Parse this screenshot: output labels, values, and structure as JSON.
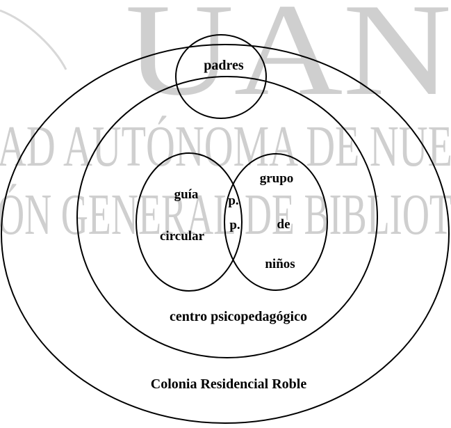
{
  "watermark": {
    "line1": "UAN",
    "line2": "AD AUTÓNOMA DE NUE",
    "line3": "ÓN GENERAL DE BIBLIOT",
    "color": "#cfcfcf"
  },
  "labels": {
    "padres": "padres",
    "guia": "guía",
    "circular": "circular",
    "pp_top": "p.",
    "pp_bottom": "p.",
    "grupo": "grupo",
    "de": "de",
    "ninos": "niños",
    "centro": "centro psicopedagógico",
    "colonia": "Colonia Residencial Roble"
  },
  "colors": {
    "stroke": "#000000",
    "background": "#ffffff"
  }
}
